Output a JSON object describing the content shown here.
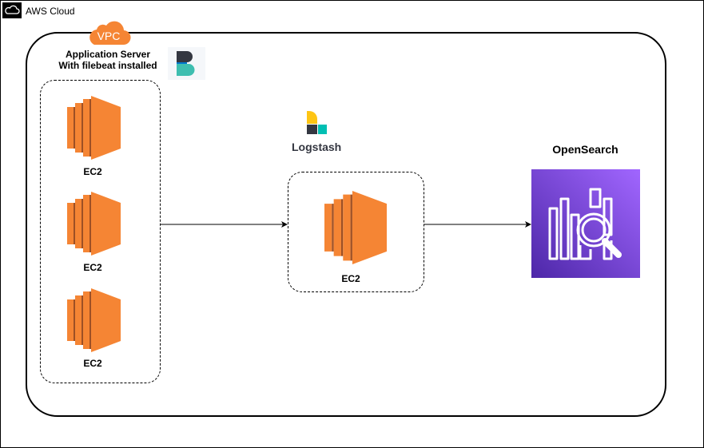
{
  "cloud": {
    "label": "AWS Cloud"
  },
  "vpc": {
    "badge": "VPC"
  },
  "app_server": {
    "title_line1": "Application Server",
    "title_line2": "With filebeat installed",
    "instances": [
      {
        "label": "EC2"
      },
      {
        "label": "EC2"
      },
      {
        "label": "EC2"
      }
    ]
  },
  "logstash": {
    "label": "Logstash",
    "instance": {
      "label": "EC2"
    }
  },
  "opensearch": {
    "label": "OpenSearch"
  },
  "colors": {
    "ec2_orange": "#F58534",
    "ec2_dark": "#9D5025",
    "vpc_orange": "#F58534",
    "opensearch_purple": "#7B40E0",
    "logstash_yellow": "#FEC514",
    "logstash_teal": "#00BFB3",
    "beats_dark": "#343741"
  }
}
